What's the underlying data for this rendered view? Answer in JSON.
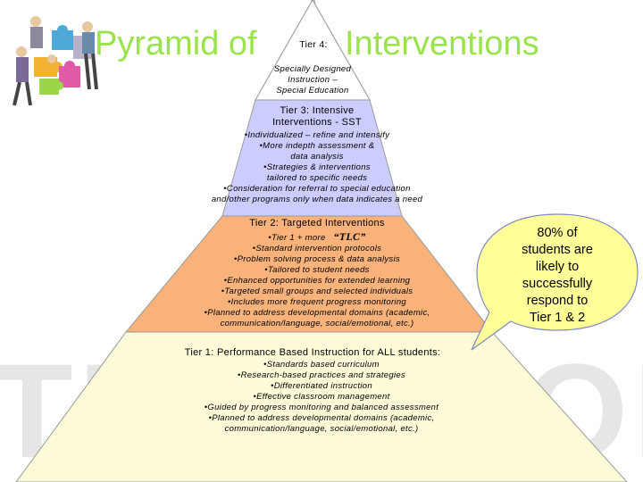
{
  "title": {
    "left": "Pyramid of",
    "right": "Interventions"
  },
  "watermark": "TEAMWORK",
  "tier4": {
    "label": "Tier 4:",
    "lines": [
      "Specially Designed",
      "Instruction –",
      "Special Education"
    ]
  },
  "tier3": {
    "heading": [
      "Tier 3: Intensive",
      "Interventions - SST"
    ],
    "bullets": [
      "•Individualized – refine and intensify",
      "•More indepth assessment &",
      "data analysis",
      "•Strategies & interventions",
      "tailored to specific needs",
      "•Consideration for referral to special education",
      "and/other programs only when data indicates a need"
    ]
  },
  "tier2": {
    "heading": "Tier 2: Targeted Interventions",
    "first_bullet": "•Tier 1 + more",
    "ltc": "“TLC”",
    "bullets": [
      "•Standard intervention protocols",
      "•Problem solving process & data analysis",
      "•Tailored to student needs",
      "•Enhanced opportunities for extended learning",
      "•Targeted small groups and selected individuals",
      "•Includes more frequent progress monitoring",
      "•Planned to address developmental domains (academic,",
      "communication/language, social/emotional, etc.)"
    ]
  },
  "tier1": {
    "heading": "Tier 1: Performance Based Instruction for ALL students:",
    "bullets": [
      "•Standards based curriculum",
      "•Research-based practices and strategies",
      "•Differentiated instruction",
      "•Effective classroom management",
      "•Guided by progress monitoring and balanced assessment",
      "•Planned to address developmental domains (academic,",
      "communication/language, social/emotional, etc.)"
    ]
  },
  "callout": {
    "lines": [
      "80% of",
      "students are",
      "likely to",
      "successfully",
      "respond to",
      "Tier 1 & 2"
    ]
  },
  "colors": {
    "tier4_fill": "#ffffff",
    "tier3_fill": "#ccccff",
    "tier2_fill": "#f8b27a",
    "tier1_fill": "#fdfbd8",
    "callout_fill": "#ffff99",
    "title_color": "#9be34b"
  },
  "icons": [
    "puzzle-team-clipart-icon"
  ]
}
